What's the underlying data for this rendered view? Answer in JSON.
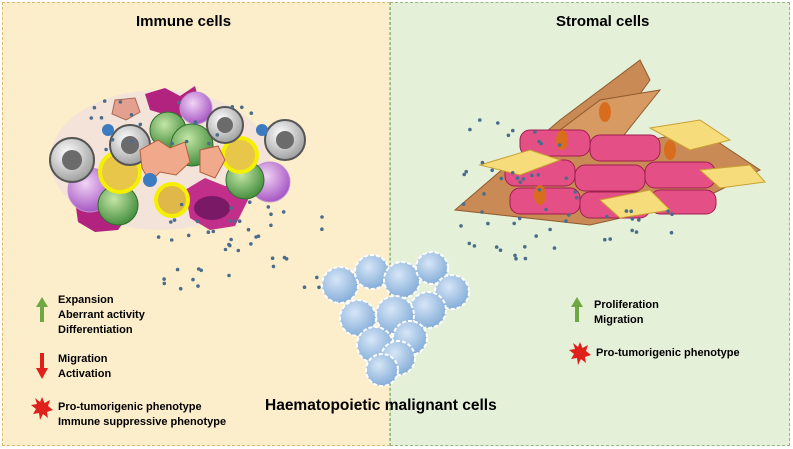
{
  "left": {
    "title": "Immune cells",
    "up_items": [
      "Expansion",
      "Aberrant activity",
      "Differentiation"
    ],
    "down_items": [
      "Migration",
      "Activation"
    ],
    "star_items": [
      "Pro-tumorigenic phenotype",
      "Immune suppressive phenotype"
    ]
  },
  "right": {
    "title": "Stromal cells",
    "up_items": [
      "Proliferation",
      "Migration"
    ],
    "star_items": [
      "Pro-tumorigenic phenotype"
    ]
  },
  "center": {
    "label": "Haematopoietic malignant cells"
  },
  "colors": {
    "left_bg": "#fdeecb",
    "right_bg": "#e5f0d9",
    "up_arrow": "#6ea842",
    "down_arrow": "#e0201a",
    "star": "#e0201a",
    "malignant_cell": "#a9c8ea",
    "dots": "#4a6d8c"
  },
  "icons": [
    "up-arrow-icon",
    "down-arrow-icon",
    "red-star-icon"
  ]
}
